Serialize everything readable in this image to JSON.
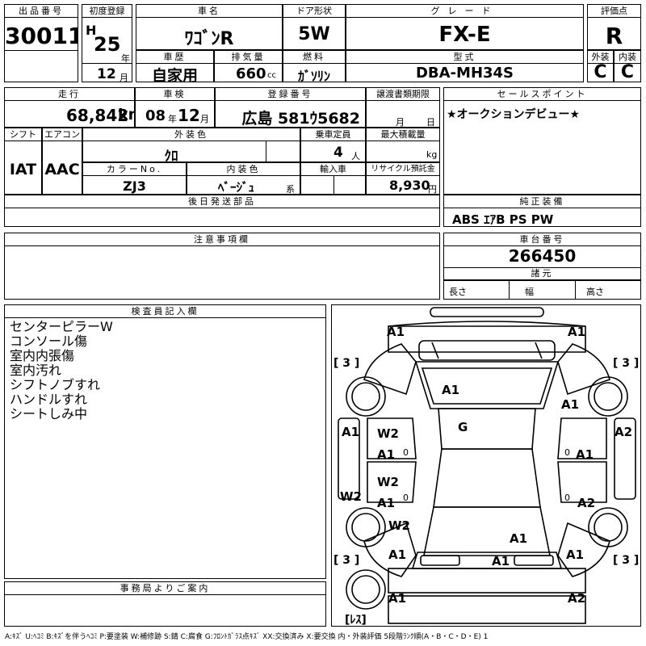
{
  "header": {
    "lot_no_label": "出品番号",
    "lot_no": "30011",
    "first_reg_label": "初度登録",
    "era": "H",
    "year": "25",
    "year_unit": "年",
    "month": "12",
    "month_unit": "月",
    "car_name_label": "車名",
    "car_name": "ﾜｺﾞﾝR",
    "door_label": "ドア形状",
    "door": "5W",
    "grade_label": "グレード",
    "grade": "FX-E",
    "score_label": "評価点",
    "score": "R",
    "history_label": "車歴",
    "history": "自家用",
    "displacement_label": "排気量",
    "displacement": "660",
    "displacement_unit": "cc",
    "fuel_label": "燃料",
    "fuel": "ｶﾞｿﾘﾝ",
    "model_label": "型式",
    "model": "DBA-MH34S",
    "ext_label": "外装",
    "ext": "C",
    "int_label": "内装",
    "int": "C"
  },
  "row2": {
    "mileage_label": "走行",
    "mileage": "68,842",
    "mileage_unit": "km",
    "inspection_label": "車検",
    "insp_year": "08",
    "insp_year_unit": "年",
    "insp_month": "12",
    "insp_month_unit": "月",
    "plate_label": "登録番号",
    "plate": "広島 581ｳ5682",
    "transfer_label": "譲渡書類期限",
    "transfer_month_unit": "月",
    "transfer_day_unit": "日",
    "sales_label": "セールスポイント",
    "sales_text": "★オークションデビュー★",
    "shift_label": "シフト",
    "shift": "IAT",
    "ac_label": "エアコン",
    "ac": "AAC",
    "color_label": "外装色",
    "color": "ｸﾛ",
    "capacity_label": "乗車定員",
    "capacity": "4",
    "capacity_unit": "人",
    "load_label": "最大積載量",
    "load_unit": "kg",
    "colorno_label": "カラーNo.",
    "colorno": "ZJ3",
    "interior_color_label": "内装色",
    "interior_color": "ﾍﾞｰｼﾞｭ",
    "interior_color_unit": "系",
    "import_label": "輸入車",
    "recycle_label": "リサイクル預託金",
    "recycle": "8,930",
    "recycle_unit": "円"
  },
  "parts_label": "後日発送部品",
  "equipment_label": "純正装備",
  "equipment": "ABS ｴｱB PS PW",
  "caution_label": "注意事項欄",
  "chassis_label": "車台番号",
  "chassis": "266450",
  "specs_label": "諸元",
  "length_label": "長さ",
  "width_label": "幅",
  "height_label": "高さ",
  "inspector_label": "検査員記入欄",
  "inspector_notes": [
    "センターピラーW",
    "コンソール傷",
    "室内内張傷",
    "室内汚れ",
    "シフトノブすれ",
    "ハンドルすれ",
    "シートしみ中"
  ],
  "office_label": "事務局よりご案内",
  "legend": "A:ｷｽﾞ U:ﾍｺﾐ B:ｷｽﾞを伴うﾍｺﾐ P:要塗装 W:補修跡 S:錆 C:腐食 G:ﾌﾛﾝﾄｶﾞﾗｽ点ｷｽﾞ XX:交換済み X:要交換 内・外装評価 5段階ﾗﾝｸ順(A・B・C・D・E) 1",
  "diagram": {
    "marks": {
      "m1": "A1",
      "m2": "A1",
      "m3": "A1",
      "m4": "A1",
      "m5": "G",
      "m6": "A1",
      "m7": "W2",
      "m8": "A1",
      "m9": "A1",
      "m10": "A2",
      "m11": "W2",
      "m12": "A1",
      "m13": "A2",
      "m14": "W2",
      "m15": "W2",
      "m16": "A1",
      "m17": "A1",
      "m18": "A1",
      "m19": "A1",
      "m20": "A1",
      "m21": "A2"
    },
    "tire_fl": "[ 3 ]",
    "tire_fr": "[ 3 ]",
    "tire_rl": "[ 3 ]",
    "tire_rr": "[ 3 ]",
    "spare": "[ﾚｽ]",
    "seat_l1": "0",
    "seat_r1": "0",
    "seat_l2": "0",
    "seat_r2": "0"
  }
}
